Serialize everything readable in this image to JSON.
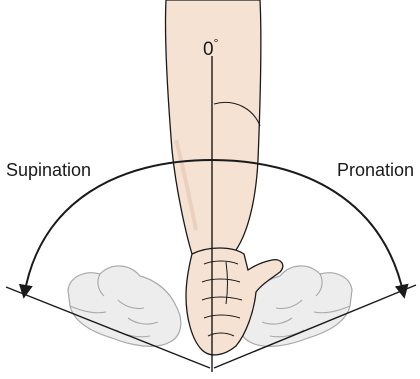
{
  "diagram": {
    "labels": {
      "zero": "0",
      "degree_mark": "°",
      "supination": "Supination",
      "pronation": "Pronation"
    },
    "colors": {
      "skin": "#f6e2d2",
      "skin_shadow": "#ecd0bc",
      "ghost_hand": "#ebebeb",
      "line": "#1a1a1a"
    }
  }
}
